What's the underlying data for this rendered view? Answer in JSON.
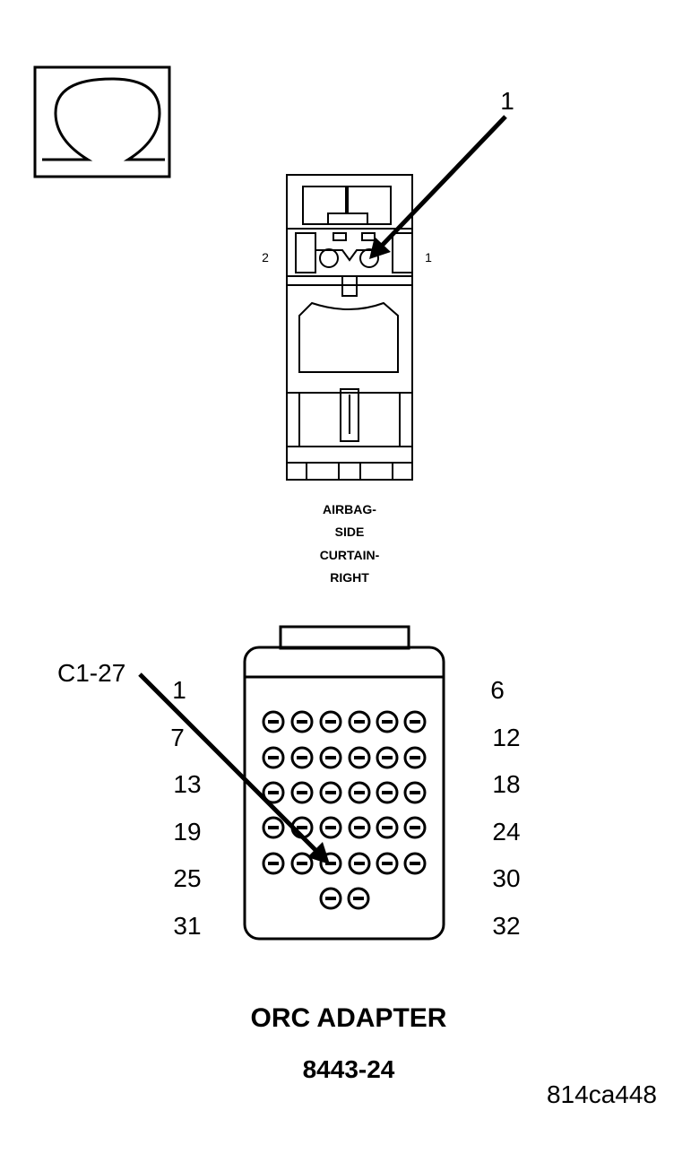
{
  "ohm_symbol": {
    "icon": "ohm-icon"
  },
  "side_connector": {
    "callout": "1",
    "pin_left": "2",
    "pin_right": "1",
    "caption_lines": [
      "AIRBAG-",
      "SIDE",
      "CURTAIN-",
      "RIGHT"
    ]
  },
  "orc_adapter": {
    "callout": "C1-27",
    "row_left_labels": [
      "1",
      "7",
      "13",
      "19",
      "25",
      "31"
    ],
    "row_right_labels": [
      "6",
      "12",
      "18",
      "24",
      "30",
      "32"
    ],
    "title": "ORC ADAPTER",
    "part_number": "8443-24"
  },
  "figure_id": "814ca448"
}
